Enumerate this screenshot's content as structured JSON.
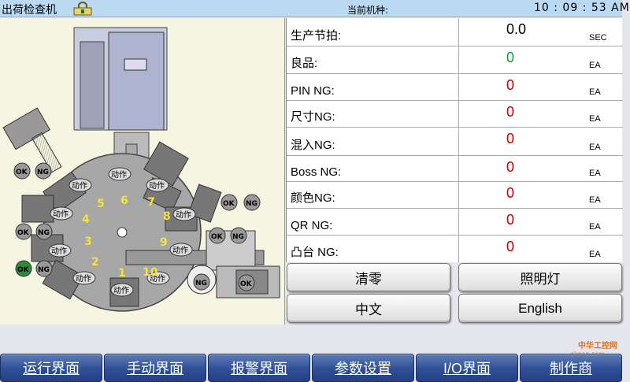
{
  "header": {
    "title": "出荷检查机",
    "model_label": "当前机种:",
    "clock": "10 : 09 : 53 AM"
  },
  "machine": {
    "station_numbers": [
      "1",
      "2",
      "3",
      "4",
      "5",
      "6",
      "7",
      "8",
      "9",
      "10"
    ],
    "action_label": "动作",
    "ok_label": "OK",
    "ng_label": "NG",
    "number_color": "#f5e23a",
    "ok_active_color": "#2d8a3a"
  },
  "table": {
    "rows": [
      {
        "label": "生产节拍:",
        "value": "0.0",
        "unit": "SEC",
        "color": "black"
      },
      {
        "label": "良品:",
        "value": "0",
        "unit": "EA",
        "color": "green"
      },
      {
        "label": "PIN NG:",
        "value": "0",
        "unit": "EA",
        "color": "red"
      },
      {
        "label": "尺寸NG:",
        "value": "0",
        "unit": "EA",
        "color": "red"
      },
      {
        "label": "混入NG:",
        "value": "0",
        "unit": "EA",
        "color": "red"
      },
      {
        "label": "Boss NG:",
        "value": "0",
        "unit": "EA",
        "color": "red"
      },
      {
        "label": "颜色NG:",
        "value": "0",
        "unit": "EA",
        "color": "red"
      },
      {
        "label": "QR NG:",
        "value": "0",
        "unit": "EA",
        "color": "red"
      },
      {
        "label": "凸台 NG:",
        "value": "0",
        "unit": "EA",
        "color": "red"
      }
    ]
  },
  "buttons": {
    "clear": "清零",
    "light": "照明灯",
    "chinese": "中文",
    "english": "English"
  },
  "nav": {
    "run": "运行界面",
    "manual": "手动界面",
    "alarm": "报警界面",
    "params": "参数设置",
    "io": "I/O界面",
    "maker": "制作商"
  },
  "watermark": {
    "text": "中华工控网",
    "url": "gkong.com"
  }
}
